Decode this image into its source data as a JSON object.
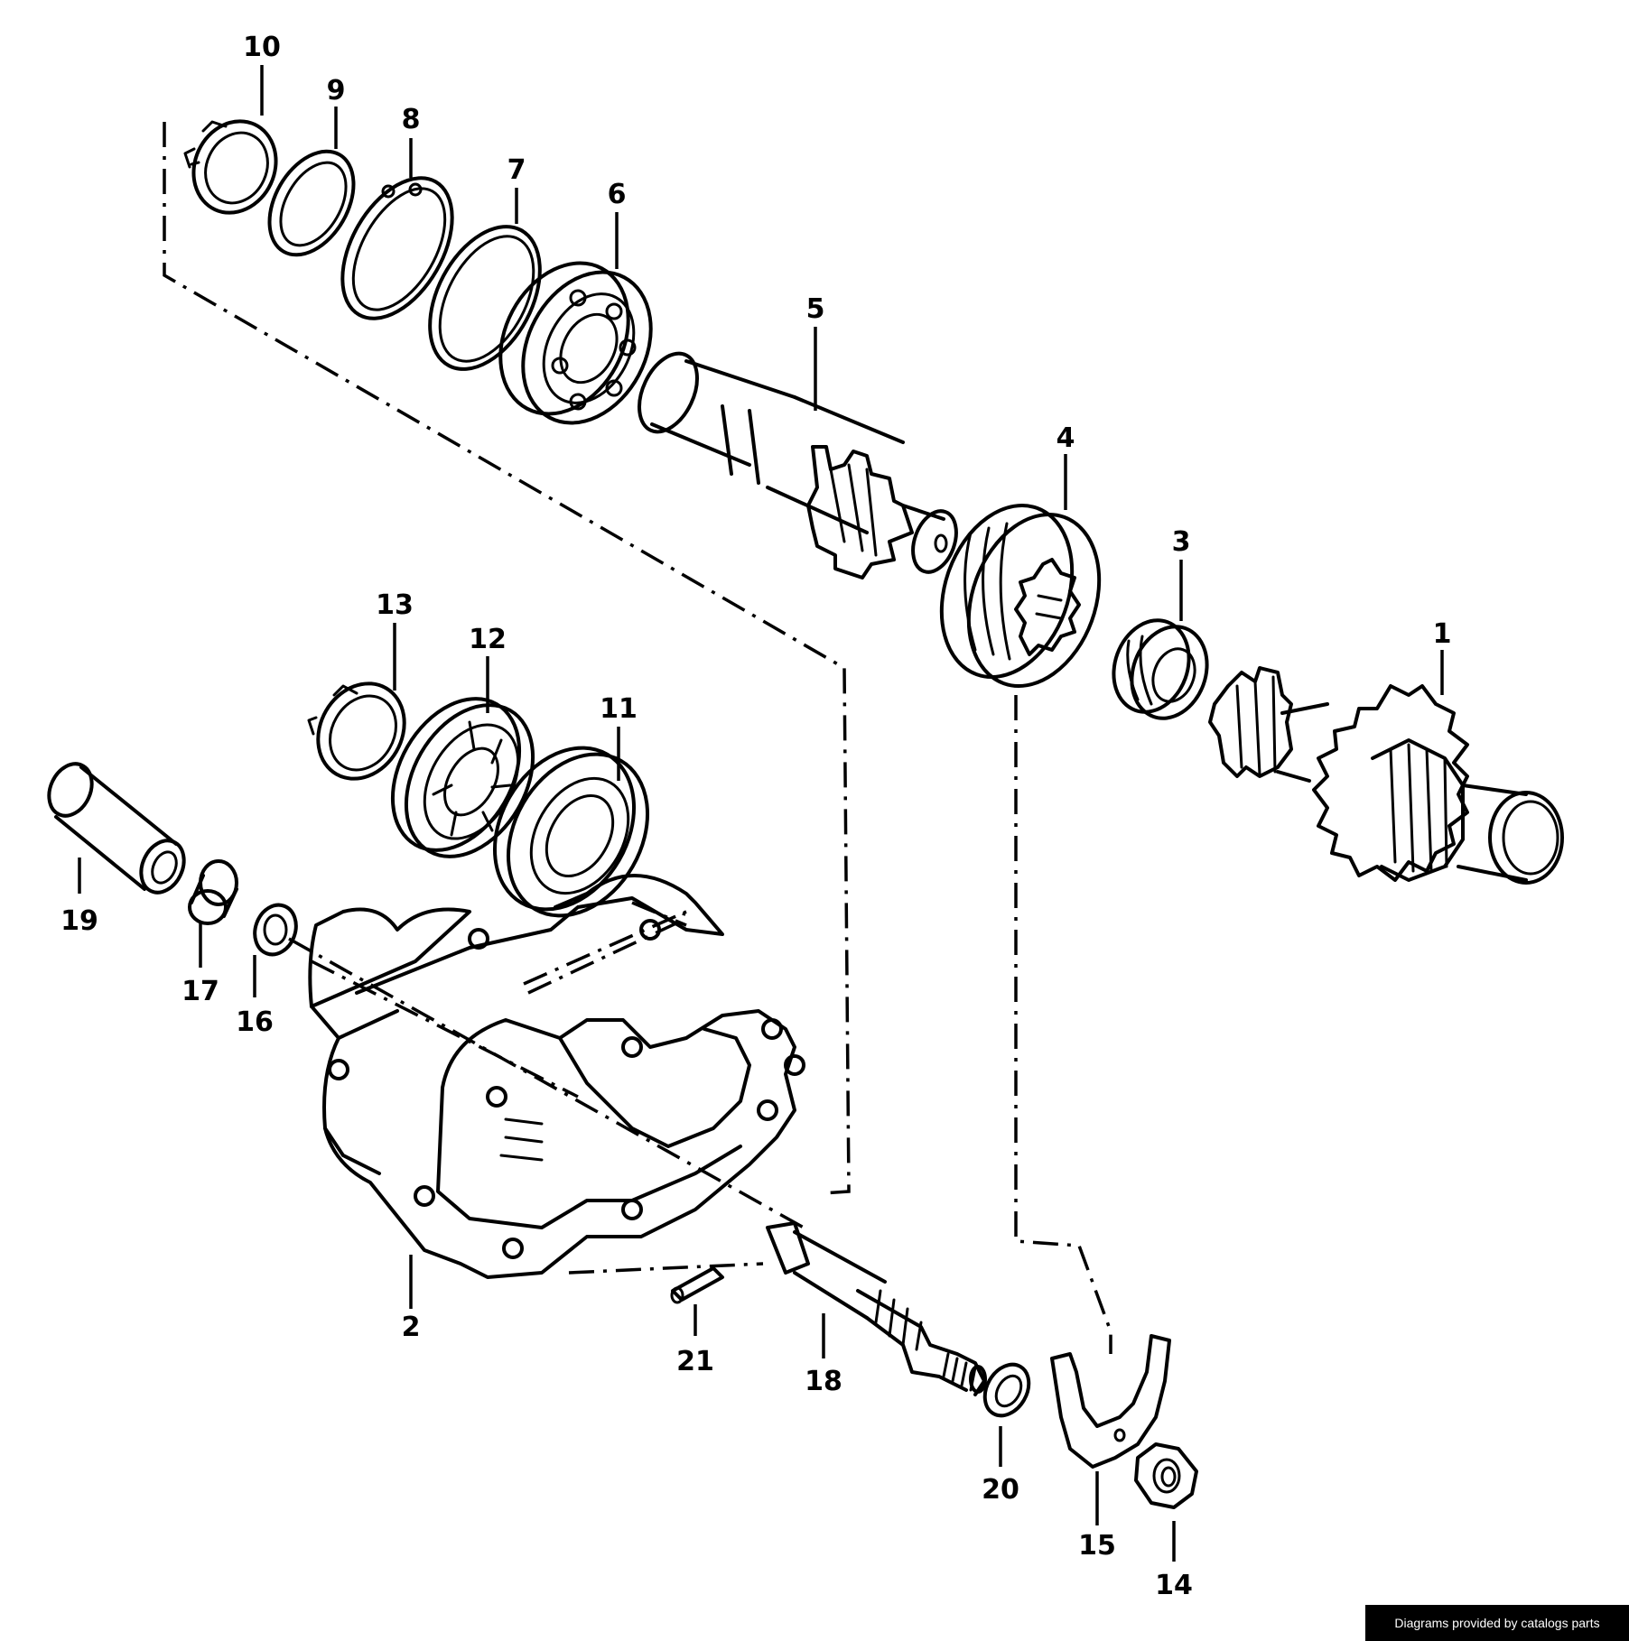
{
  "credit": "Diagrams provided by catalogs parts",
  "callouts": {
    "c1": "1",
    "c2": "2",
    "c3": "3",
    "c4": "4",
    "c5": "5",
    "c6": "6",
    "c7": "7",
    "c8": "8",
    "c9": "9",
    "c10": "10",
    "c11": "11",
    "c12": "12",
    "c13": "13",
    "c14": "14",
    "c15": "15",
    "c16": "16",
    "c17": "17",
    "c18": "18",
    "c19": "19",
    "c20": "20",
    "c21": "21"
  }
}
